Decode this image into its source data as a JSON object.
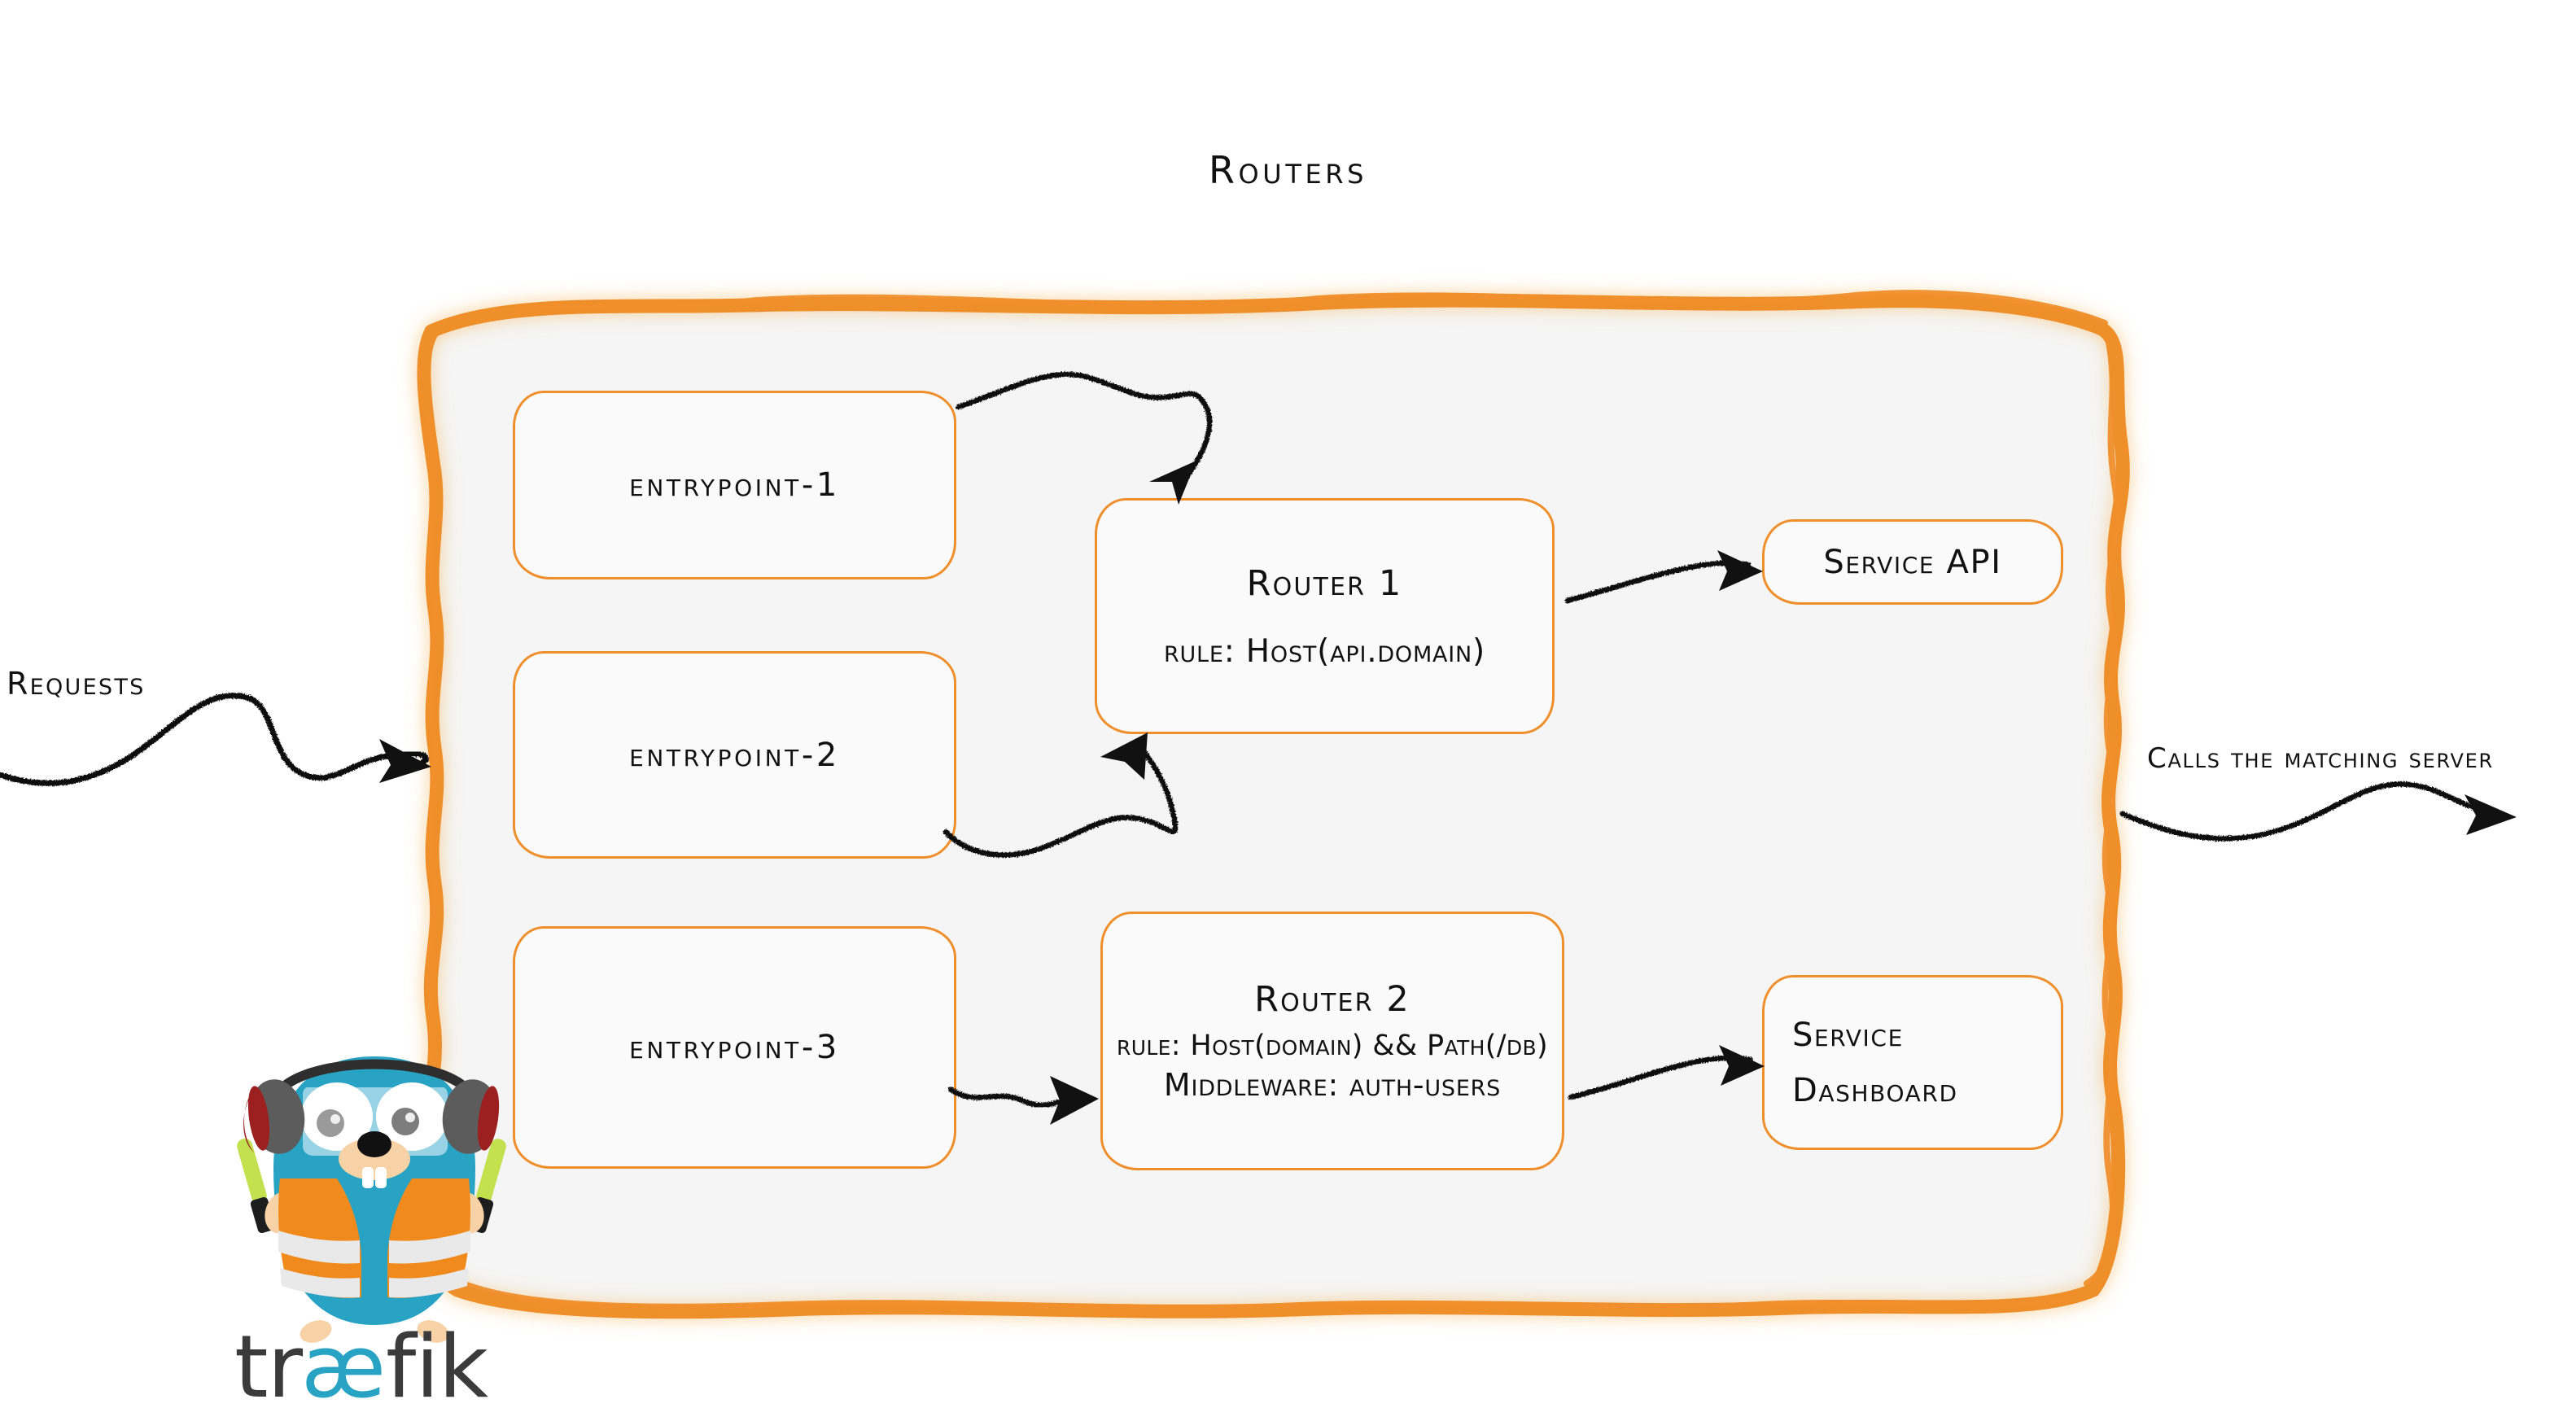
{
  "title": "Routers",
  "container": {
    "name": "routers-area",
    "fill": "#f5f5f5",
    "stroke": "#ef8f2c"
  },
  "colors": {
    "accent_orange": "#ef8f2c",
    "box_stroke": "#ef8f2c",
    "box_fill": "#fafafa",
    "ink": "#111111",
    "gopher_body": "#29a3c4",
    "gopher_vest": "#f08a1d",
    "gopher_wand": "#c3e04e",
    "logo_text": "#3b3b3b",
    "logo_ae": "#29a3c4",
    "page_bg": "#ffffff"
  },
  "entrypoints": [
    {
      "id": "entrypoint-1",
      "label": "entrypoint-1"
    },
    {
      "id": "entrypoint-2",
      "label": "entrypoint-2"
    },
    {
      "id": "entrypoint-3",
      "label": "entrypoint-3"
    }
  ],
  "routers": [
    {
      "id": "router-1",
      "title": "Router 1",
      "rule": "rule: Host(api.domain)",
      "middleware": null
    },
    {
      "id": "router-2",
      "title": "Router 2",
      "rule": "rule: Host(domain) && Path(/db)",
      "middleware": "Middleware: auth-users"
    }
  ],
  "services": [
    {
      "id": "service-api",
      "line1": "Service API",
      "line2": null
    },
    {
      "id": "service-dashboard",
      "line1": "Service",
      "line2": "Dashboard"
    }
  ],
  "captions": {
    "requests": "Requests",
    "calls": "Calls the matching server"
  },
  "arrows": [
    {
      "id": "arrow-entrypoint-1-to-router-1",
      "from": "entrypoint-1",
      "to": "router-1"
    },
    {
      "id": "arrow-entrypoint-2-to-router-1",
      "from": "entrypoint-2",
      "to": "router-1"
    },
    {
      "id": "arrow-entrypoint-3-to-router-2",
      "from": "entrypoint-3",
      "to": "router-2"
    },
    {
      "id": "arrow-router-1-to-service-api",
      "from": "router-1",
      "to": "service-api"
    },
    {
      "id": "arrow-router-2-to-service-dashboard",
      "from": "router-2",
      "to": "service-dashboard"
    },
    {
      "id": "arrow-requests-in",
      "from": "requests",
      "to": "routers-area"
    },
    {
      "id": "arrow-calls-out",
      "from": "routers-area",
      "to": "calls"
    }
  ],
  "logo": {
    "wordmark": "traefik",
    "wordmark_parts": {
      "pre": "tr",
      "ligature": "æ",
      "post": "fik"
    },
    "mascot": "traefik-gopher"
  }
}
